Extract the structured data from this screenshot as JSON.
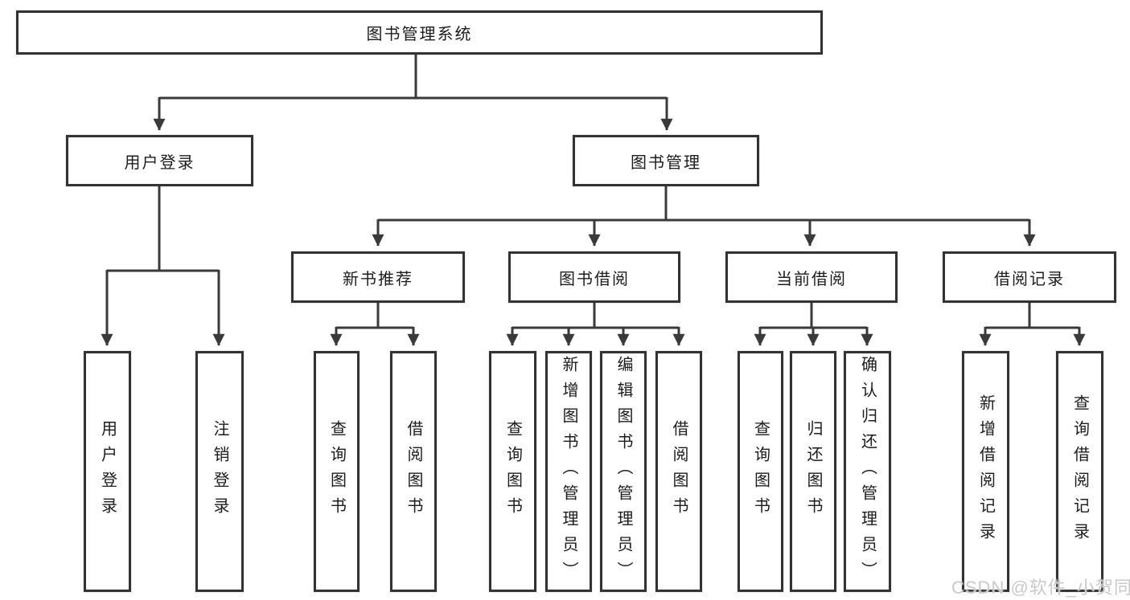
{
  "tree": {
    "root": {
      "label": "图书管理系统"
    },
    "branches": [
      {
        "label": "用户登录",
        "leaves": [
          {
            "label": "用户登录"
          },
          {
            "label": "注销登录"
          }
        ]
      },
      {
        "label": "图书管理",
        "groups": [
          {
            "label": "新书推荐",
            "leaves": [
              {
                "label": "查询图书"
              },
              {
                "label": "借阅图书"
              }
            ]
          },
          {
            "label": "图书借阅",
            "leaves": [
              {
                "label": "查询图书"
              },
              {
                "label": "新增图书（管理员）"
              },
              {
                "label": "编辑图书（管理员）"
              },
              {
                "label": "借阅图书"
              }
            ]
          },
          {
            "label": "当前借阅",
            "leaves": [
              {
                "label": "查询图书"
              },
              {
                "label": "归还图书"
              },
              {
                "label": "确认归还（管理员）"
              }
            ]
          },
          {
            "label": "借阅记录",
            "leaves": [
              {
                "label": "新增借阅记录"
              },
              {
                "label": "查询借阅记录"
              }
            ]
          }
        ]
      }
    ]
  },
  "watermark": {
    "text": "CSDN @软件_小贺同学"
  },
  "colors": {
    "line": "#3a3a3a",
    "border": "#333333",
    "text": "#1c1c1c",
    "background": "#ffffff",
    "watermark": "#c9c9c9"
  }
}
